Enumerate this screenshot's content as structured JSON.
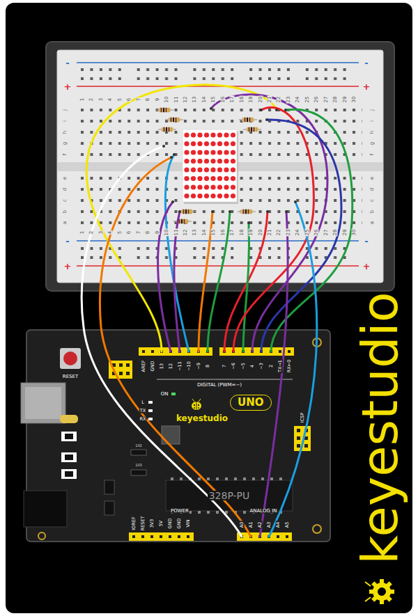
{
  "diagram": {
    "nodes": [
      {
        "text": [
          "UNO"
        ]
      },
      {
        "text": [
          "328P-PU"
        ]
      }
    ],
    "labels": [
      "-",
      "+",
      "-",
      "+",
      "-",
      "+",
      "-",
      "+",
      "1",
      "2",
      "3",
      "4",
      "5",
      "6",
      "7",
      "8",
      "9",
      "10",
      "11",
      "12",
      "13",
      "14",
      "15",
      "16",
      "17",
      "18",
      "19",
      "20",
      "21",
      "22",
      "23",
      "24",
      "25",
      "26",
      "27",
      "28",
      "29",
      "30",
      "j",
      "i",
      "h",
      "g",
      "f",
      "e",
      "d",
      "c",
      "b",
      "a",
      "j",
      "i",
      "h",
      "g",
      "f",
      "e",
      "d",
      "c",
      "b",
      "a",
      "1",
      "2",
      "3",
      "4",
      "5",
      "6",
      "7",
      "8",
      "9",
      "10",
      "11",
      "12",
      "13",
      "14",
      "15",
      "16",
      "17",
      "18",
      "19",
      "20",
      "21",
      "22",
      "23",
      "24",
      "25",
      "26",
      "27",
      "28",
      "29",
      "30",
      "RESET",
      "AREF",
      "GND",
      "13",
      "12",
      "~11",
      "~10",
      "~9",
      "8",
      "7",
      "~6",
      "~5",
      "4",
      "~3",
      "2",
      "TX→1",
      "RX←0",
      "DIGITAL (PWM=~)",
      "ON",
      "L",
      "TX",
      "RX",
      "keyestudio",
      "ICSP",
      "103",
      "102",
      "IOREF",
      "RESET",
      "3V3",
      "5V",
      "GND",
      "GND",
      "VIN",
      "POWER",
      "ANALOG IN",
      "A0",
      "A1",
      "A2",
      "A3",
      "A4",
      "A5",
      "keyestudio"
    ]
  }
}
